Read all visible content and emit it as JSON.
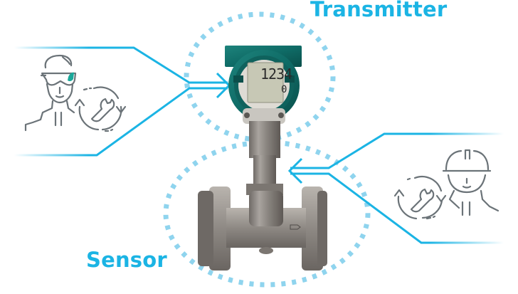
{
  "labels": {
    "transmitter": "Transmitter",
    "sensor": "Sensor"
  },
  "device": {
    "lcd_main_value": "1234",
    "lcd_sub_value": "0"
  },
  "colors": {
    "accent": "#1bb4e4",
    "dotted_circle": "#8fd4ee",
    "icon_stroke": "#6b7378",
    "transmitter_housing": "#0f6b66",
    "sensor_metal": "#8a8580",
    "goggle_tint": "#1aa89a"
  },
  "icons": {
    "left": [
      "engineer-with-vr-goggles-icon",
      "maintenance-cycle-wrench-icon"
    ],
    "right": [
      "worker-with-hard-hat-icon",
      "maintenance-cycle-wrench-icon"
    ]
  }
}
